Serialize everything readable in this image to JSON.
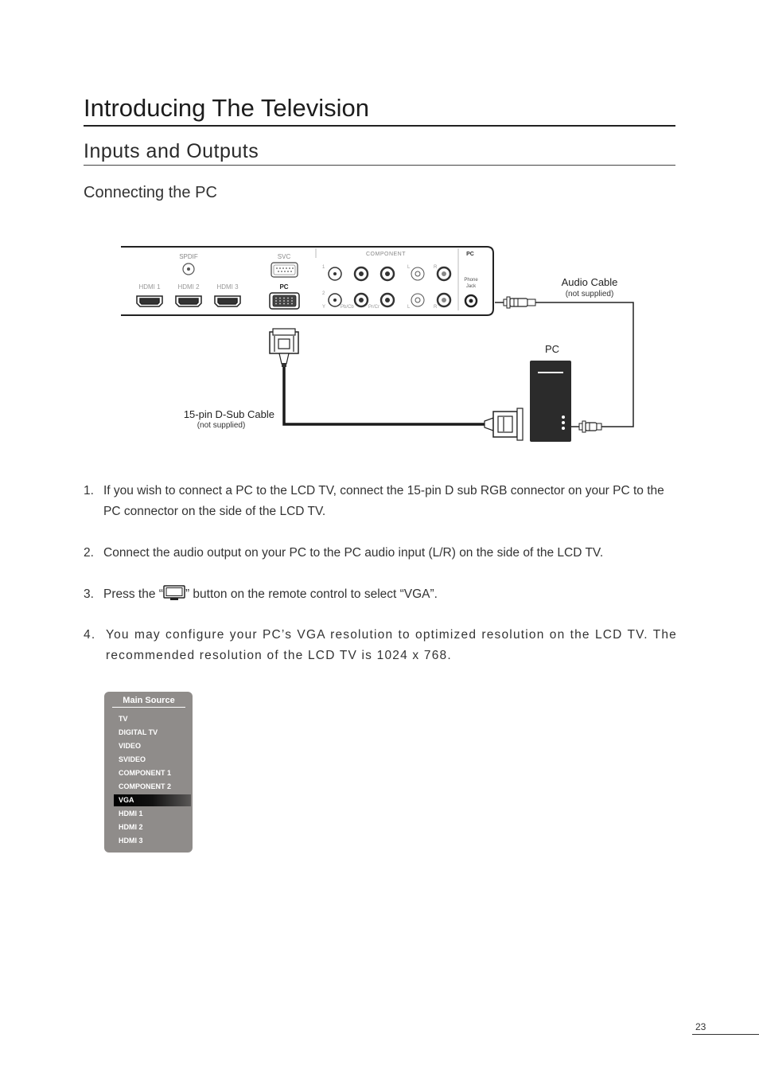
{
  "header": {
    "title": "Introducing The Television",
    "section": "Inputs and Outputs",
    "subsection": "Connecting the PC"
  },
  "diagram": {
    "panel": {
      "spdif": "SPDIF",
      "svc": "SVC",
      "component": "COMPONENT",
      "pc_audio": "PC",
      "hdmi1": "HDMI 1",
      "hdmi2": "HDMI 2",
      "hdmi3": "HDMI 3",
      "pc_vga": "PC",
      "row1": "1",
      "row2": "2",
      "y": "Y",
      "pb": "Pb/Cb",
      "pr": "Pr/Cr",
      "l_top": "L",
      "r_top": "R",
      "l_bottom": "L",
      "r_bottom": "R",
      "phone_jack_1": "Phone",
      "phone_jack_2": "Jack"
    },
    "audio_cable": {
      "label": "Audio Cable",
      "note": "(not supplied)"
    },
    "pc_label": "PC",
    "dsub_cable": {
      "label": "15-pin D-Sub Cable",
      "note": "(not supplied)"
    }
  },
  "steps": [
    {
      "num": "1.",
      "text": "If you wish to connect a PC to the LCD TV, connect the 15-pin D sub RGB connector on your PC to the PC connector on the side of the LCD TV."
    },
    {
      "num": "2.",
      "text": "Connect the audio output on your PC to the PC audio input (L/R) on the side of the LCD TV."
    },
    {
      "num": "3.",
      "text_before": "Press the “",
      "icon": "tv-source-icon",
      "text_after": "” button on the remote control to select “VGA”."
    },
    {
      "num": "4.",
      "text": "You may configure your PC’s VGA resolution to optimized resolution on the LCD TV. The recommended resolution of the LCD TV is 1024 x 768."
    }
  ],
  "source_menu": {
    "title": "Main Source",
    "items": [
      "TV",
      "DIGITAL TV",
      "VIDEO",
      "SVIDEO",
      "COMPONENT 1",
      "COMPONENT 2",
      "VGA",
      "HDMI 1",
      "HDMI 2",
      "HDMI 3"
    ],
    "selected": "VGA"
  },
  "footer": {
    "page_number": "23"
  }
}
